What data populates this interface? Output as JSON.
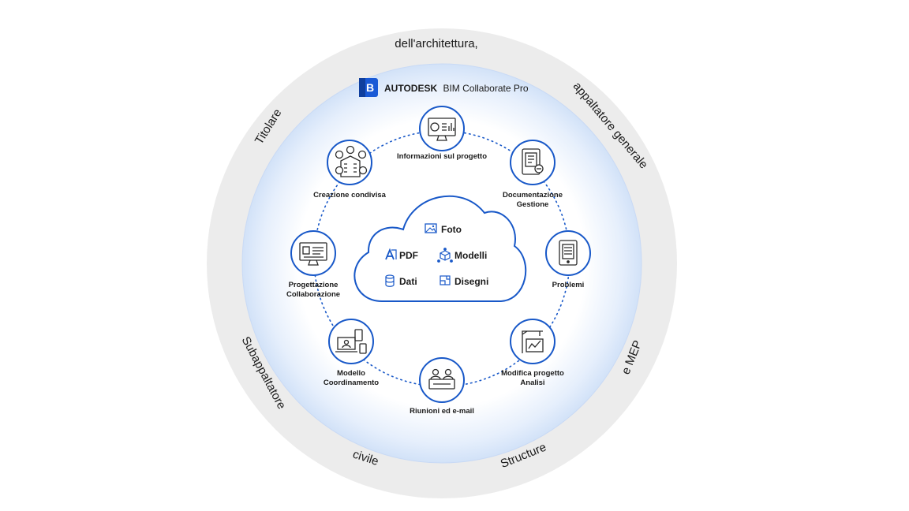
{
  "brand": {
    "logo_letter": "B",
    "company": "AUTODESK",
    "product": "BIM Collaborate Pro"
  },
  "outer_ring": {
    "top": "dell'architettura,",
    "top_right": "appaltatore generale",
    "right": "e MEP",
    "bottom_right": "Structure",
    "bottom": "civile",
    "left_bottom": "Subappaltatore",
    "top_left": "Titolare"
  },
  "nodes": [
    {
      "id": "info",
      "icon": "monitor-dashboard-icon",
      "lines": [
        "Informazioni sul progetto"
      ]
    },
    {
      "id": "doc",
      "icon": "tablet-document-icon",
      "lines": [
        "Documentazione",
        "Gestione"
      ]
    },
    {
      "id": "problemi",
      "icon": "tablet-list-icon",
      "lines": [
        "Problemi"
      ]
    },
    {
      "id": "modifica",
      "icon": "crane-chart-icon",
      "lines": [
        "Modifica progetto",
        "Analisi"
      ]
    },
    {
      "id": "riunioni",
      "icon": "meeting-people-icon",
      "lines": [
        "Riunioni ed e-mail"
      ]
    },
    {
      "id": "modello",
      "icon": "laptop-phone-icon",
      "lines": [
        "Modello",
        "Coordinamento"
      ]
    },
    {
      "id": "progettazione",
      "icon": "monitor-form-icon",
      "lines": [
        "Progettazione",
        "Collaborazione"
      ]
    },
    {
      "id": "creazione",
      "icon": "building-users-icon",
      "lines": [
        "Creazione condivisa"
      ]
    }
  ],
  "cloud": {
    "items": [
      {
        "id": "foto",
        "icon": "image-icon",
        "label": "Foto"
      },
      {
        "id": "pdf",
        "icon": "pdf-icon",
        "label": "PDF"
      },
      {
        "id": "modelli",
        "icon": "cube-network-icon",
        "label": "Modelli"
      },
      {
        "id": "dati",
        "icon": "database-icon",
        "label": "Dati"
      },
      {
        "id": "disegni",
        "icon": "drawing-icon",
        "label": "Disegni"
      }
    ]
  },
  "colors": {
    "accent": "#1858c8",
    "outer_ring": "#ececec",
    "glow": "#dbe8fb",
    "logo_bg": "#1a5ad6"
  }
}
